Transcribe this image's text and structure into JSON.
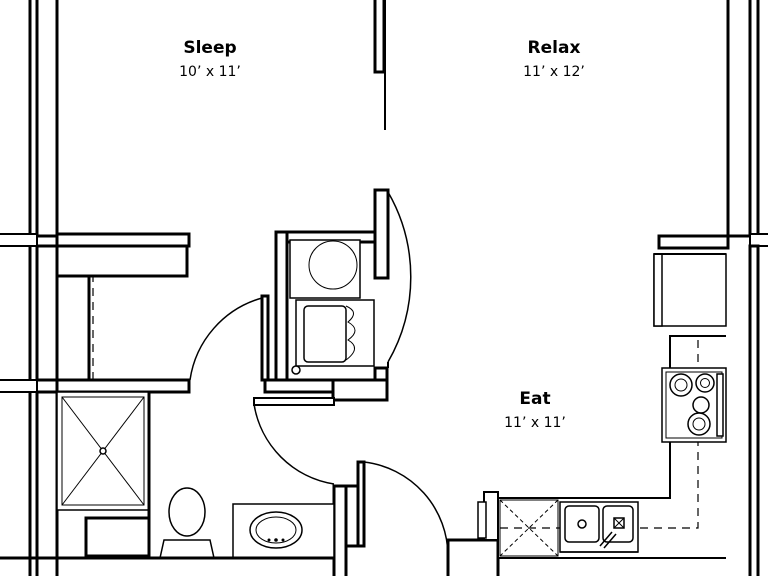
{
  "rooms": {
    "sleep": {
      "name": "Sleep",
      "dimensions": "10’ x 11’"
    },
    "relax": {
      "name": "Relax",
      "dimensions": "11’ x 12’"
    },
    "eat": {
      "name": "Eat",
      "dimensions": "11’ x 11’"
    }
  },
  "fixtures": [
    "closet",
    "washer-dryer",
    "shower",
    "toilet",
    "bath-sink",
    "refrigerator",
    "range",
    "kitchen-sink",
    "dishwasher"
  ]
}
